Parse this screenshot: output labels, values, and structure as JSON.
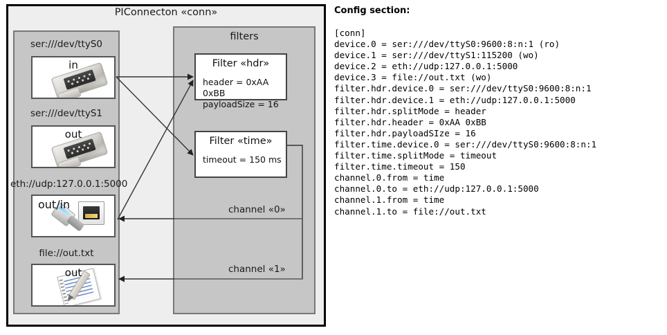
{
  "diagram": {
    "title": "PIConnecton «conn»",
    "devices_panel": {
      "name": "devices-group",
      "items": [
        {
          "label": "ser:///dev/ttyS0",
          "io": "in",
          "icon": "serial-port-icon"
        },
        {
          "label": "ser:///dev/ttyS1",
          "io": "out",
          "icon": "serial-port-icon"
        },
        {
          "label": "eth://udp:127.0.0.1:5000",
          "io": "out/in",
          "icon": "ethernet-plug-icon"
        },
        {
          "label": "file://out.txt",
          "io": "out",
          "icon": "notepad-pencil-icon"
        }
      ]
    },
    "filters_panel": {
      "title": "filters",
      "filters": [
        {
          "title": "Filter «hdr»",
          "props": [
            "header = 0xAA 0xBB",
            "payloadSize = 16"
          ]
        },
        {
          "title": "Filter «time»",
          "props": [
            "timeout = 150 ms"
          ]
        }
      ],
      "channels": [
        {
          "label": "channel «0»"
        },
        {
          "label": "channel «1»"
        }
      ]
    }
  },
  "config": {
    "heading": "Config section:",
    "lines": "[conn]\ndevice.0 = ser:///dev/ttyS0:9600:8:n:1 (ro)\ndevice.1 = ser:///dev/ttyS1:115200 (wo)\ndevice.2 = eth://udp:127.0.0.1:5000\ndevice.3 = file://out.txt (wo)\nfilter.hdr.device.0 = ser:///dev/ttyS0:9600:8:n:1\nfilter.hdr.device.1 = eth://udp:127.0.0.1:5000\nfilter.hdr.splitMode = header\nfilter.hdr.header = 0xAA 0xBB\nfilter.hdr.payloadSIze = 16\nfilter.time.device.0 = ser:///dev/ttyS0:9600:8:n:1\nfilter.time.splitMode = timeout\nfilter.time.timeout = 150\nchannel.0.from = time\nchannel.0.to = eth://udp:127.0.0.1:5000\nchannel.1.from = time\nchannel.1.to = file://out.txt"
  },
  "colors": {
    "page_bg": "#ffffff",
    "frame_bg": "#eeeeee",
    "panel_bg": "#c6c6c6",
    "box_bg": "#ffffff",
    "line": "#333333"
  }
}
